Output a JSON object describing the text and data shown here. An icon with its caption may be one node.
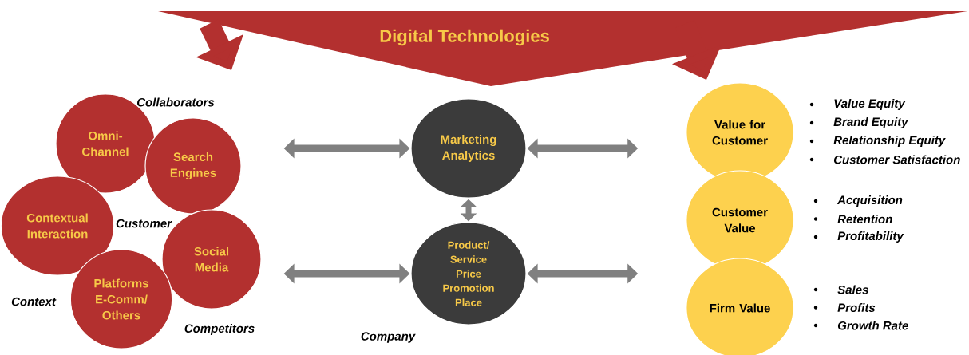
{
  "diagram": {
    "nodes": [
      {
        "text": [
          "Digital Technologies"
        ]
      },
      {
        "text": [
          "Omni-Channel"
        ]
      },
      {
        "text": [
          "Search Engines"
        ]
      },
      {
        "text": [
          "Contextual Interaction"
        ]
      },
      {
        "text": [
          "Social Media"
        ]
      },
      {
        "text": [
          "Platforms E-Comm/ Others"
        ]
      },
      {
        "text": [
          "Marketing Analytics"
        ]
      },
      {
        "text": [
          "Product/ Service Price Promotion Place"
        ]
      },
      {
        "text": [
          "Value for Customer"
        ],
        "beside": [
          "Value Equity",
          "Brand Equity",
          "Relationship  Equity",
          "Customer Satisfaction"
        ]
      },
      {
        "text": [
          "Customer Value"
        ],
        "beside": [
          "Acquisition",
          "Retention",
          "Profitability"
        ]
      },
      {
        "text": [
          "Firm Value"
        ],
        "beside": [
          "Sales",
          "Profits",
          "Growth Rate"
        ]
      }
    ],
    "edges": [
      {
        "from": 2,
        "to": 6,
        "arrow": "both"
      },
      {
        "from": 4,
        "to": 7,
        "arrow": "both"
      },
      {
        "from": 6,
        "to": 7,
        "arrow": "both"
      },
      {
        "from": 6,
        "to": 8,
        "arrow": "both"
      },
      {
        "from": 7,
        "to": 10,
        "arrow": "both"
      }
    ],
    "labels": [
      "Collaborators",
      "Customer",
      "Context",
      "Competitors",
      "Company"
    ]
  }
}
